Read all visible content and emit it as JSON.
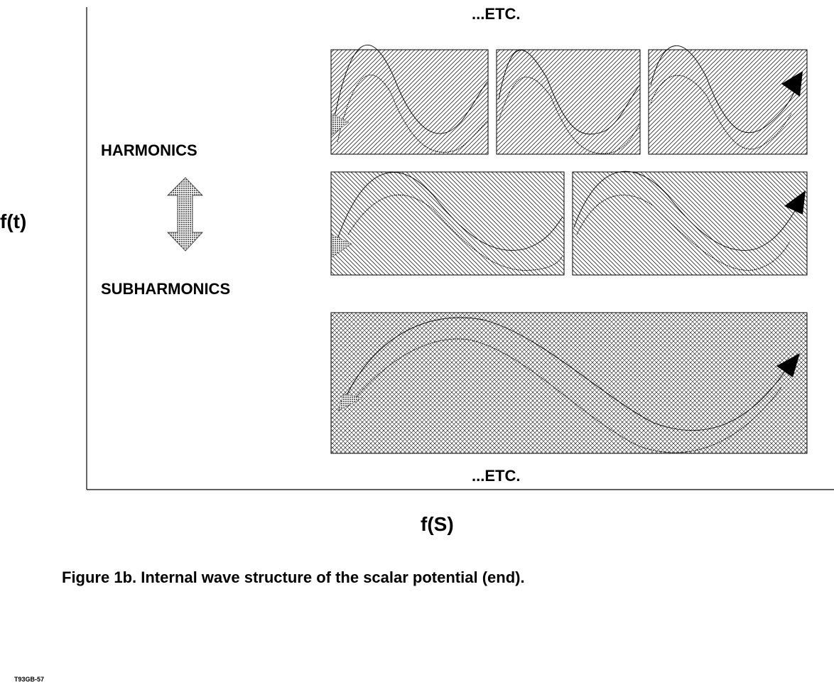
{
  "labels": {
    "etc_top": "...ETC.",
    "etc_bottom": "...ETC.",
    "harmonics": "HARMONICS",
    "subharmonics": "SUBHARMONICS",
    "y_axis": "f(t)",
    "x_axis": "f(S)",
    "caption": "Figure 1b.  Internal wave structure of the scalar potential (end).",
    "figure_code": "T93GB-57"
  },
  "wave_rows": [
    {
      "row": "top",
      "panels": 3,
      "cycles_per_panel": 1,
      "hatch": "forward-diagonal"
    },
    {
      "row": "middle",
      "panels": 2,
      "cycles_per_panel": 1,
      "hatch": "backward-diagonal"
    },
    {
      "row": "bottom",
      "panels": 1,
      "cycles_per_panel": 1,
      "hatch": "crosshatch"
    }
  ],
  "colors": {
    "line": "#000000",
    "background": "#ffffff",
    "arrow_fill_grey": "#b8b8b8",
    "arrow_fill_dark": "#000000"
  }
}
